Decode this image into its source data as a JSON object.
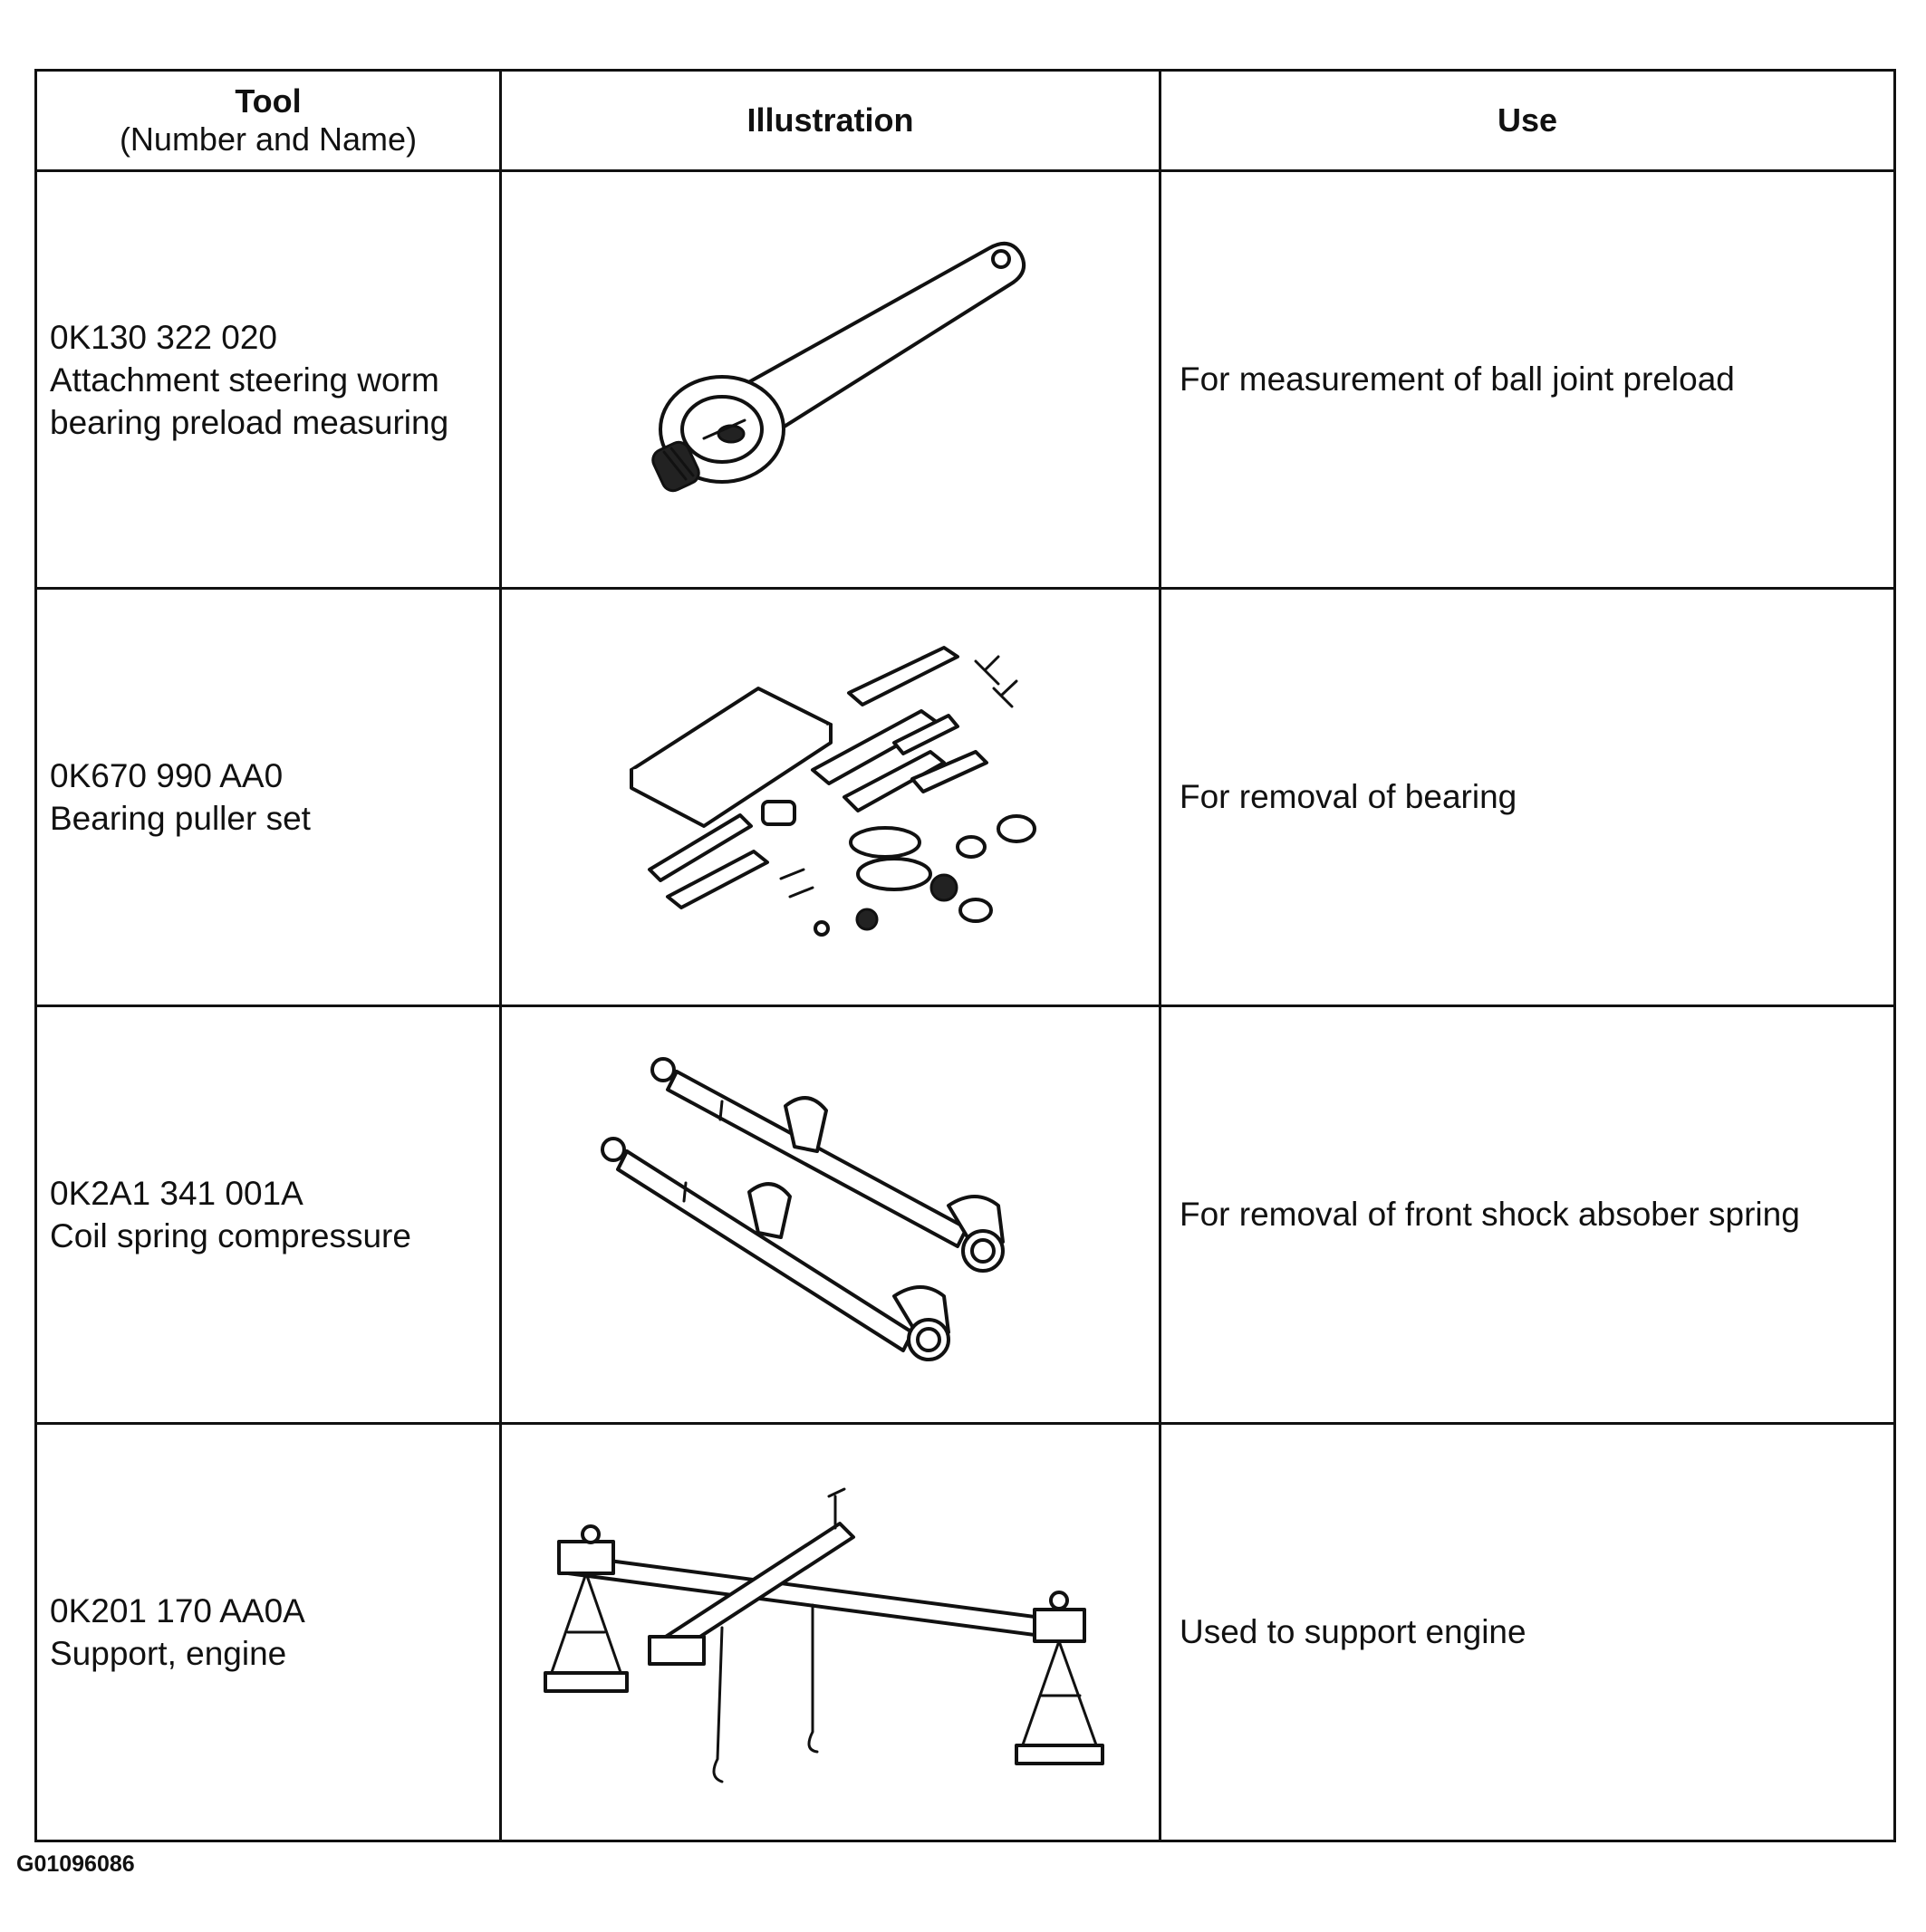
{
  "table": {
    "header": {
      "tool_title": "Tool",
      "tool_subtitle": "(Number and Name)",
      "illustration": "Illustration",
      "use": "Use"
    },
    "rows": [
      {
        "number": "0K130 322 020",
        "name": "Attachment steering worm bearing preload measuring",
        "illustration_icon": "preload-measuring-wrench-icon",
        "use": "For measurement of ball joint preload"
      },
      {
        "number": "0K670 990 AA0",
        "name": "Bearing puller set",
        "illustration_icon": "bearing-puller-set-icon",
        "use": "For removal of bearing"
      },
      {
        "number": "0K2A1 341 001A",
        "name": "Coil spring compressure",
        "illustration_icon": "coil-spring-compressor-icon",
        "use": "For removal of front shock absober spring"
      },
      {
        "number": "0K201 170 AA0A",
        "name": "Support, engine",
        "illustration_icon": "engine-support-bar-icon",
        "use": "Used to support engine"
      }
    ]
  },
  "figure_id": "G01096086"
}
